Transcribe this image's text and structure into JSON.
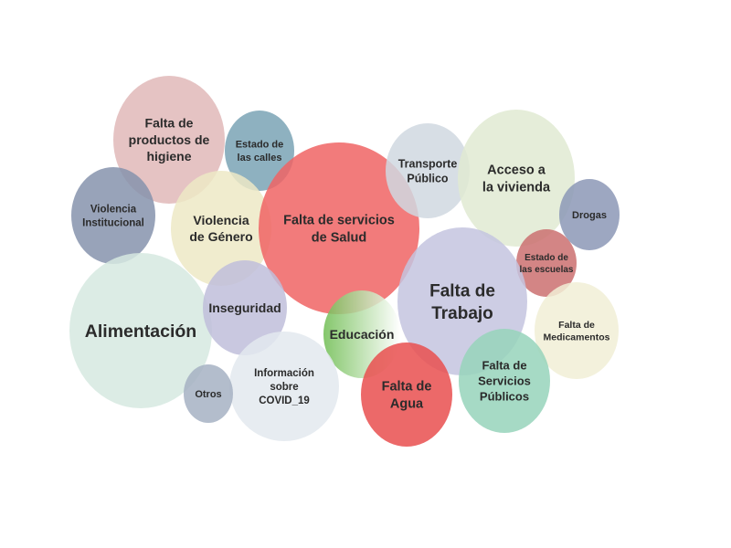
{
  "bubbles": [
    {
      "id": "higiene",
      "lines": [
        "Falta de",
        "productos de",
        "higiene"
      ],
      "color": "#e0b9b9"
    },
    {
      "id": "calles",
      "lines": [
        "Estado de",
        "las calles"
      ],
      "color": "#7aa3b5"
    },
    {
      "id": "violencia-institucional",
      "lines": [
        "Violencia",
        "Institucional"
      ],
      "color": "#8693ad"
    },
    {
      "id": "violencia-genero",
      "lines": [
        "Violencia",
        "de Género"
      ],
      "color": "#ede9c6"
    },
    {
      "id": "salud",
      "lines": [
        "Falta de servicios",
        "de Salud"
      ],
      "color": "#f06464"
    },
    {
      "id": "transporte",
      "lines": [
        "Transporte",
        "Público"
      ],
      "color": "#d0d8e1"
    },
    {
      "id": "vivienda",
      "lines": [
        "Acceso a",
        "la vivienda"
      ],
      "color": "#e0ead2"
    },
    {
      "id": "drogas",
      "lines": [
        "Drogas"
      ],
      "color": "#8c98b6"
    },
    {
      "id": "escuelas",
      "lines": [
        "Estado de",
        "las escuelas"
      ],
      "color": "#cb7070"
    },
    {
      "id": "trabajo",
      "lines": [
        "Falta de",
        "Trabajo"
      ],
      "color": "#c4c4df"
    },
    {
      "id": "medicamentos",
      "lines": [
        "Falta de",
        "Medicamentos"
      ],
      "color": "#f1eed6"
    },
    {
      "id": "alimentacion",
      "lines": [
        "Alimentación"
      ],
      "color": "#d6e9e1"
    },
    {
      "id": "inseguridad",
      "lines": [
        "Inseguridad"
      ],
      "color": "#c0bedb"
    },
    {
      "id": "educacion",
      "lines": [
        "Educación"
      ],
      "color": "#7cc262"
    },
    {
      "id": "covid",
      "lines": [
        "Información",
        "sobre",
        "COVID_19"
      ],
      "color": "#e3e9ef"
    },
    {
      "id": "otros",
      "lines": [
        "Otros"
      ],
      "color": "#a6b2c3"
    },
    {
      "id": "agua",
      "lines": [
        "Falta de",
        "Agua"
      ],
      "color": "#e94f4f"
    },
    {
      "id": "servicios-publicos",
      "lines": [
        "Falta de",
        "Servicios",
        "Públicos"
      ],
      "color": "#96d3bb"
    }
  ]
}
